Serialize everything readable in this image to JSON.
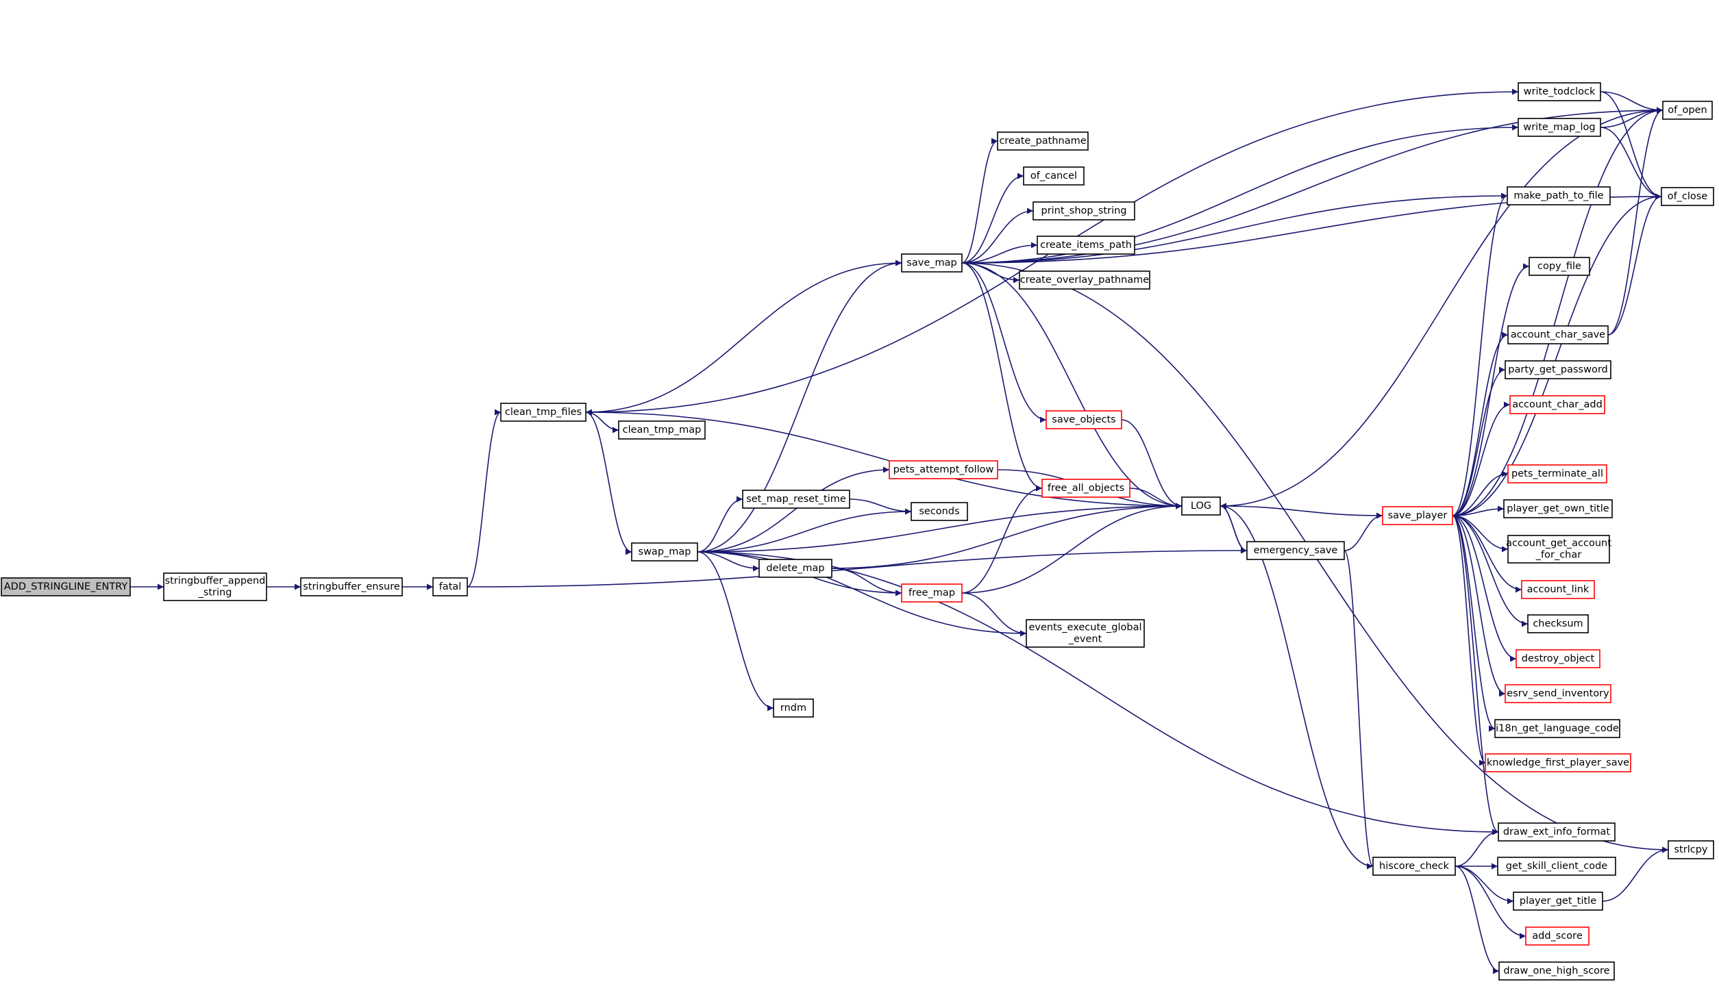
{
  "colors": {
    "edge": "#191970",
    "node_border": "#000000",
    "node_border_red": "#ff0000",
    "root_fill": "#bfbfbf",
    "node_fill": "#ffffff"
  },
  "nodes": [
    {
      "id": "ADD_STRINGLINE_ENTRY",
      "lines": [
        "ADD_STRINGLINE_ENTRY"
      ],
      "root": true
    },
    {
      "id": "stringbuffer_append_string",
      "lines": [
        "stringbuffer_append",
        "_string"
      ]
    },
    {
      "id": "stringbuffer_ensure",
      "lines": [
        "stringbuffer_ensure"
      ]
    },
    {
      "id": "fatal",
      "lines": [
        "fatal"
      ]
    },
    {
      "id": "clean_tmp_files",
      "lines": [
        "clean_tmp_files"
      ]
    },
    {
      "id": "clean_tmp_map",
      "lines": [
        "clean_tmp_map"
      ]
    },
    {
      "id": "swap_map",
      "lines": [
        "swap_map"
      ]
    },
    {
      "id": "save_map",
      "lines": [
        "save_map"
      ]
    },
    {
      "id": "create_pathname",
      "lines": [
        "create_pathname"
      ]
    },
    {
      "id": "of_cancel",
      "lines": [
        "of_cancel"
      ]
    },
    {
      "id": "print_shop_string",
      "lines": [
        "print_shop_string"
      ]
    },
    {
      "id": "create_items_path",
      "lines": [
        "create_items_path"
      ]
    },
    {
      "id": "create_overlay_pathname",
      "lines": [
        "create_overlay_pathname"
      ]
    },
    {
      "id": "save_objects",
      "lines": [
        "save_objects"
      ],
      "red": true
    },
    {
      "id": "free_all_objects",
      "lines": [
        "free_all_objects"
      ],
      "red": true
    },
    {
      "id": "pets_attempt_follow",
      "lines": [
        "pets_attempt_follow"
      ],
      "red": true
    },
    {
      "id": "set_map_reset_time",
      "lines": [
        "set_map_reset_time"
      ]
    },
    {
      "id": "seconds",
      "lines": [
        "seconds"
      ]
    },
    {
      "id": "delete_map",
      "lines": [
        "delete_map"
      ]
    },
    {
      "id": "free_map",
      "lines": [
        "free_map"
      ],
      "red": true
    },
    {
      "id": "events_execute_global_event",
      "lines": [
        "events_execute_global",
        "_event"
      ]
    },
    {
      "id": "rndm",
      "lines": [
        "rndm"
      ]
    },
    {
      "id": "LOG",
      "lines": [
        "LOG"
      ]
    },
    {
      "id": "emergency_save",
      "lines": [
        "emergency_save"
      ]
    },
    {
      "id": "save_player",
      "lines": [
        "save_player"
      ],
      "red": true
    },
    {
      "id": "hiscore_check",
      "lines": [
        "hiscore_check"
      ]
    },
    {
      "id": "write_todclock",
      "lines": [
        "write_todclock"
      ]
    },
    {
      "id": "write_map_log",
      "lines": [
        "write_map_log"
      ]
    },
    {
      "id": "make_path_to_file",
      "lines": [
        "make_path_to_file"
      ]
    },
    {
      "id": "copy_file",
      "lines": [
        "copy_file"
      ]
    },
    {
      "id": "account_char_save",
      "lines": [
        "account_char_save"
      ]
    },
    {
      "id": "party_get_password",
      "lines": [
        "party_get_password"
      ]
    },
    {
      "id": "account_char_add",
      "lines": [
        "account_char_add"
      ],
      "red": true
    },
    {
      "id": "pets_terminate_all",
      "lines": [
        "pets_terminate_all"
      ],
      "red": true
    },
    {
      "id": "player_get_own_title",
      "lines": [
        "player_get_own_title"
      ]
    },
    {
      "id": "account_get_account_for_char",
      "lines": [
        "account_get_account",
        "_for_char"
      ]
    },
    {
      "id": "account_link",
      "lines": [
        "account_link"
      ],
      "red": true
    },
    {
      "id": "checksum",
      "lines": [
        "checksum"
      ]
    },
    {
      "id": "destroy_object",
      "lines": [
        "destroy_object"
      ],
      "red": true
    },
    {
      "id": "esrv_send_inventory",
      "lines": [
        "esrv_send_inventory"
      ],
      "red": true
    },
    {
      "id": "i18n_get_language_code",
      "lines": [
        "i18n_get_language_code"
      ]
    },
    {
      "id": "knowledge_first_player_save",
      "lines": [
        "knowledge_first_player_save"
      ],
      "red": true
    },
    {
      "id": "draw_ext_info_format",
      "lines": [
        "draw_ext_info_format"
      ]
    },
    {
      "id": "get_skill_client_code",
      "lines": [
        "get_skill_client_code"
      ]
    },
    {
      "id": "player_get_title",
      "lines": [
        "player_get_title"
      ]
    },
    {
      "id": "add_score",
      "lines": [
        "add_score"
      ],
      "red": true
    },
    {
      "id": "draw_one_high_score",
      "lines": [
        "draw_one_high_score"
      ]
    },
    {
      "id": "of_open",
      "lines": [
        "of_open"
      ]
    },
    {
      "id": "of_close",
      "lines": [
        "of_close"
      ]
    },
    {
      "id": "strlcpy",
      "lines": [
        "strlcpy"
      ]
    }
  ],
  "edges": [
    [
      "ADD_STRINGLINE_ENTRY",
      "stringbuffer_append_string"
    ],
    [
      "stringbuffer_append_string",
      "stringbuffer_ensure"
    ],
    [
      "stringbuffer_ensure",
      "fatal"
    ],
    [
      "fatal",
      "clean_tmp_files"
    ],
    [
      "fatal",
      "emergency_save"
    ],
    [
      "clean_tmp_files",
      "clean_tmp_map"
    ],
    [
      "clean_tmp_files",
      "swap_map"
    ],
    [
      "clean_tmp_files",
      "save_map"
    ],
    [
      "clean_tmp_files",
      "write_todclock"
    ],
    [
      "LOG",
      "clean_tmp_files"
    ],
    [
      "swap_map",
      "save_map"
    ],
    [
      "swap_map",
      "pets_attempt_follow"
    ],
    [
      "swap_map",
      "set_map_reset_time"
    ],
    [
      "swap_map",
      "seconds"
    ],
    [
      "swap_map",
      "delete_map"
    ],
    [
      "swap_map",
      "free_map"
    ],
    [
      "swap_map",
      "events_execute_global_event"
    ],
    [
      "swap_map",
      "rndm"
    ],
    [
      "swap_map",
      "LOG"
    ],
    [
      "swap_map",
      "draw_ext_info_format"
    ],
    [
      "save_map",
      "create_pathname"
    ],
    [
      "save_map",
      "of_cancel"
    ],
    [
      "save_map",
      "print_shop_string"
    ],
    [
      "save_map",
      "create_items_path"
    ],
    [
      "save_map",
      "create_overlay_pathname"
    ],
    [
      "save_map",
      "save_objects"
    ],
    [
      "save_map",
      "free_all_objects"
    ],
    [
      "save_map",
      "LOG"
    ],
    [
      "save_map",
      "of_open"
    ],
    [
      "save_map",
      "of_close"
    ],
    [
      "save_map",
      "write_map_log"
    ],
    [
      "save_map",
      "make_path_to_file"
    ],
    [
      "save_map",
      "strlcpy"
    ],
    [
      "save_objects",
      "LOG"
    ],
    [
      "free_all_objects",
      "LOG"
    ],
    [
      "pets_attempt_follow",
      "LOG"
    ],
    [
      "set_map_reset_time",
      "seconds"
    ],
    [
      "delete_map",
      "free_map"
    ],
    [
      "delete_map",
      "LOG"
    ],
    [
      "free_map",
      "free_all_objects"
    ],
    [
      "free_map",
      "events_execute_global_event"
    ],
    [
      "free_map",
      "LOG"
    ],
    [
      "LOG",
      "emergency_save"
    ],
    [
      "LOG",
      "of_open"
    ],
    [
      "emergency_save",
      "LOG"
    ],
    [
      "emergency_save",
      "save_player"
    ],
    [
      "emergency_save",
      "hiscore_check"
    ],
    [
      "save_player",
      "LOG"
    ],
    [
      "save_player",
      "make_path_to_file"
    ],
    [
      "save_player",
      "copy_file"
    ],
    [
      "save_player",
      "account_char_save"
    ],
    [
      "save_player",
      "party_get_password"
    ],
    [
      "save_player",
      "account_char_add"
    ],
    [
      "save_player",
      "pets_terminate_all"
    ],
    [
      "save_player",
      "player_get_own_title"
    ],
    [
      "save_player",
      "account_get_account_for_char"
    ],
    [
      "save_player",
      "account_link"
    ],
    [
      "save_player",
      "checksum"
    ],
    [
      "save_player",
      "destroy_object"
    ],
    [
      "save_player",
      "esrv_send_inventory"
    ],
    [
      "save_player",
      "i18n_get_language_code"
    ],
    [
      "save_player",
      "knowledge_first_player_save"
    ],
    [
      "save_player",
      "draw_ext_info_format"
    ],
    [
      "save_player",
      "of_open"
    ],
    [
      "save_player",
      "of_close"
    ],
    [
      "hiscore_check",
      "LOG"
    ],
    [
      "hiscore_check",
      "draw_ext_info_format"
    ],
    [
      "hiscore_check",
      "get_skill_client_code"
    ],
    [
      "hiscore_check",
      "player_get_title"
    ],
    [
      "hiscore_check",
      "add_score"
    ],
    [
      "hiscore_check",
      "draw_one_high_score"
    ],
    [
      "player_get_title",
      "strlcpy"
    ],
    [
      "write_todclock",
      "of_open"
    ],
    [
      "write_todclock",
      "of_close"
    ],
    [
      "write_map_log",
      "of_open"
    ],
    [
      "write_map_log",
      "of_close"
    ],
    [
      "account_char_save",
      "of_open"
    ],
    [
      "account_char_save",
      "of_close"
    ]
  ]
}
